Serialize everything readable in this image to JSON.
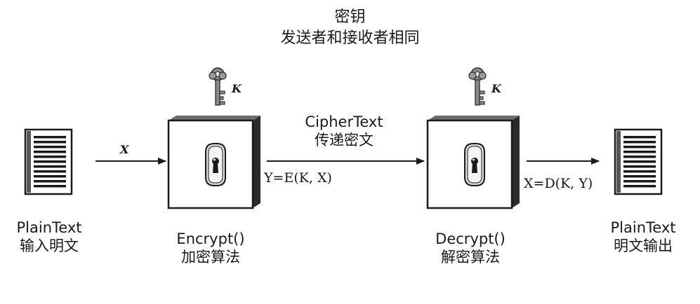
{
  "title": {
    "line1": "密钥",
    "line2": "发送者和接收者相同"
  },
  "plaintext_in": {
    "name": "PlainText",
    "desc": "输入明文"
  },
  "encrypt": {
    "name": "Encrypt()",
    "desc": "加密算法",
    "key": "K"
  },
  "ciphertext": {
    "name": "CipherText",
    "desc": "传递密文"
  },
  "decrypt": {
    "name": "Decrypt()",
    "desc": "解密算法",
    "key": "K"
  },
  "plaintext_out": {
    "name": "PlainText",
    "desc": "明文输出"
  },
  "arrows": {
    "input_label": "X",
    "enc_formula": "Y=E(K, X)",
    "dec_formula": "X=D(K, Y)"
  },
  "colors": {
    "ink": "#1a1a1a",
    "box_face": "#ffffff",
    "box_side": "#2b2b2b",
    "key": "#777777"
  }
}
